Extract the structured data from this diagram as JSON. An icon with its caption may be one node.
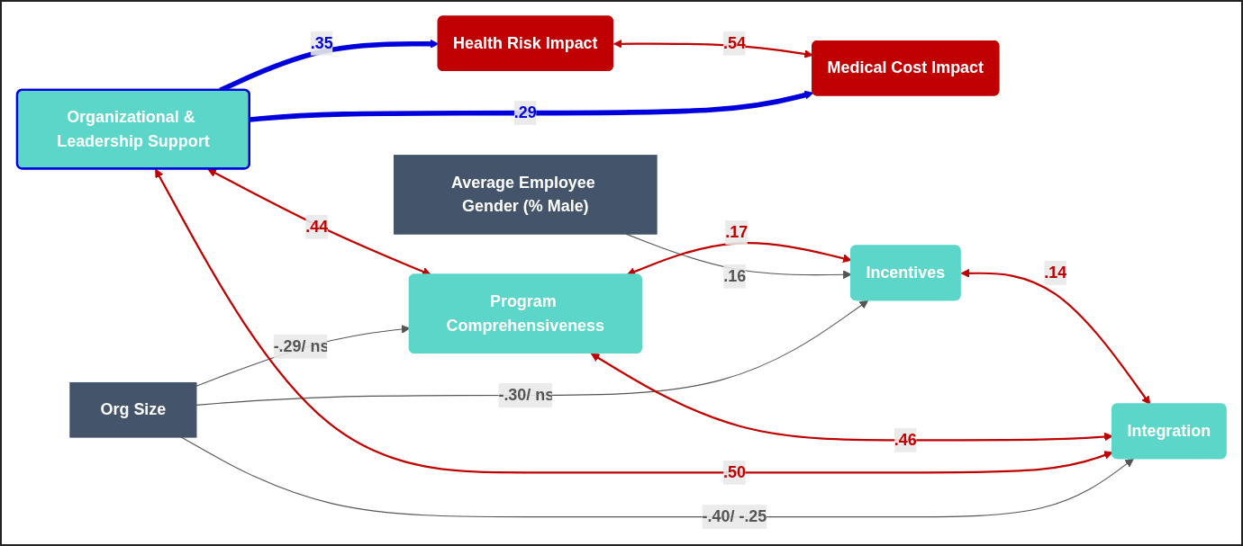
{
  "diagram": {
    "nodes": [
      {
        "text": [
          "Org Size"
        ]
      },
      {
        "text": [
          "Organizational & Leadership Support"
        ]
      },
      {
        "text": [
          "Program Comprehensiveness"
        ]
      },
      {
        "text": [
          "Incentives"
        ]
      },
      {
        "text": [
          "Integration"
        ]
      },
      {
        "text": [
          "Average Employee Gender (% Male)"
        ]
      },
      {
        "text": [
          "Health Risk Impact"
        ]
      },
      {
        "text": [
          "Medical Cost Impact"
        ]
      }
    ],
    "edges": [
      {
        "from": 0,
        "to": 2,
        "arrow": "to",
        "label": "-.29/ ns",
        "color": "#555555"
      },
      {
        "from": 0,
        "to": 3,
        "arrow": "to",
        "label": "-.30/ ns",
        "color": "#555555"
      },
      {
        "from": 0,
        "to": 4,
        "arrow": "to",
        "label": "-.40/ -.25",
        "color": "#555555"
      },
      {
        "from": 5,
        "to": 3,
        "arrow": "to",
        "label": ".16",
        "color": "#555555"
      },
      {
        "from": 1,
        "to": 2,
        "arrow": "both",
        "label": ".44"
      },
      {
        "from": 1,
        "to": 4,
        "arrow": "both",
        "label": ".50"
      },
      {
        "from": 2,
        "to": 4,
        "arrow": "both",
        "label": ".46"
      },
      {
        "from": 2,
        "to": 3,
        "arrow": "both",
        "label": ".17"
      },
      {
        "from": 3,
        "to": 4,
        "arrow": "both",
        "label": ".14"
      },
      {
        "from": 1,
        "to": 6,
        "arrow": "to",
        "label": ".35",
        "style": "thick",
        "color": "#0000dd"
      },
      {
        "from": 1,
        "to": 7,
        "arrow": "to",
        "label": ".29",
        "style": "thick",
        "color": "#0000dd"
      },
      {
        "from": 6,
        "to": 7,
        "arrow": "both",
        "label": ".54"
      }
    ]
  }
}
